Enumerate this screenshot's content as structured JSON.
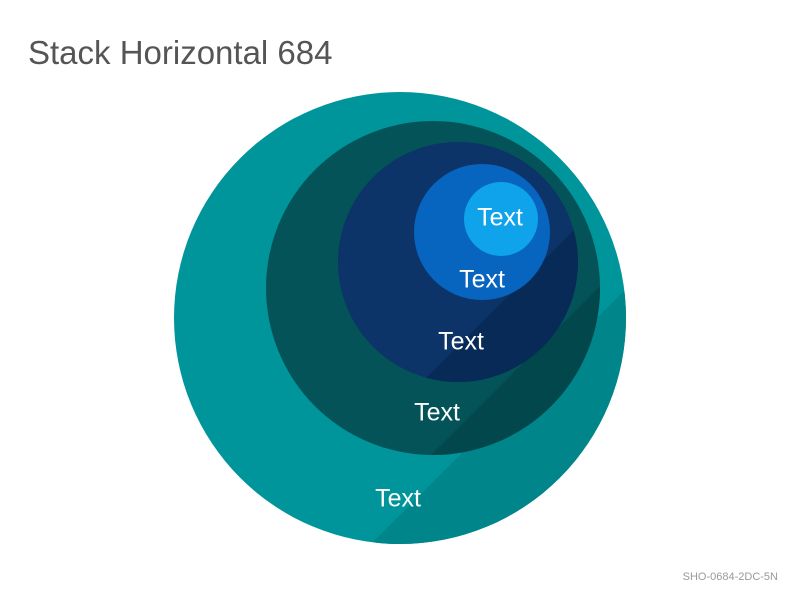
{
  "title": "Stack Horizontal 684",
  "code": "SHO-0684-2DC-5N",
  "circles": [
    {
      "label": "Text",
      "color": "#00959b",
      "shade": "#00858a"
    },
    {
      "label": "Text",
      "color": "#035359",
      "shade": "#02474c"
    },
    {
      "label": "Text",
      "color": "#0c3469",
      "shade": "#072a56"
    },
    {
      "label": "Text",
      "color": "#0764bf",
      "shade": "#0557ab"
    },
    {
      "label": "Text",
      "color": "#0ea3ea",
      "shade": "#0ea3ea"
    }
  ]
}
